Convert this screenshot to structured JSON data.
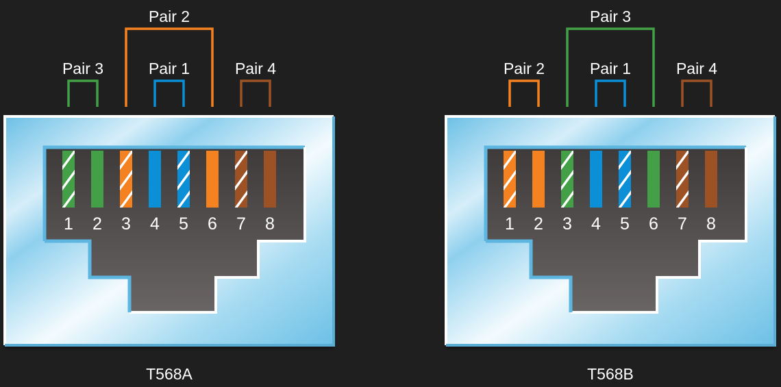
{
  "colors": {
    "green": "#43a047",
    "orange": "#f58220",
    "blue": "#0b8fd6",
    "brown": "#9c5224",
    "background": "#1f1f20",
    "jack_frame": "#5cb6e0",
    "socket": "#4a4545"
  },
  "connectors": [
    {
      "standard": "T568A",
      "pins": [
        {
          "number": "1",
          "color": "green",
          "striped": true
        },
        {
          "number": "2",
          "color": "green",
          "striped": false
        },
        {
          "number": "3",
          "color": "orange",
          "striped": true
        },
        {
          "number": "4",
          "color": "blue",
          "striped": false
        },
        {
          "number": "5",
          "color": "blue",
          "striped": true
        },
        {
          "number": "6",
          "color": "orange",
          "striped": false
        },
        {
          "number": "7",
          "color": "brown",
          "striped": true
        },
        {
          "number": "8",
          "color": "brown",
          "striped": false
        }
      ],
      "pairs": [
        {
          "label": "Pair 3",
          "color": "green",
          "pins": [
            1,
            2
          ]
        },
        {
          "label": "Pair 2",
          "color": "orange",
          "pins": [
            3,
            6
          ]
        },
        {
          "label": "Pair 1",
          "color": "blue",
          "pins": [
            4,
            5
          ]
        },
        {
          "label": "Pair 4",
          "color": "brown",
          "pins": [
            7,
            8
          ]
        }
      ]
    },
    {
      "standard": "T568B",
      "pins": [
        {
          "number": "1",
          "color": "orange",
          "striped": true
        },
        {
          "number": "2",
          "color": "orange",
          "striped": false
        },
        {
          "number": "3",
          "color": "green",
          "striped": true
        },
        {
          "number": "4",
          "color": "blue",
          "striped": false
        },
        {
          "number": "5",
          "color": "blue",
          "striped": true
        },
        {
          "number": "6",
          "color": "green",
          "striped": false
        },
        {
          "number": "7",
          "color": "brown",
          "striped": true
        },
        {
          "number": "8",
          "color": "brown",
          "striped": false
        }
      ],
      "pairs": [
        {
          "label": "Pair 2",
          "color": "orange",
          "pins": [
            1,
            2
          ]
        },
        {
          "label": "Pair 3",
          "color": "green",
          "pins": [
            3,
            6
          ]
        },
        {
          "label": "Pair 1",
          "color": "blue",
          "pins": [
            4,
            5
          ]
        },
        {
          "label": "Pair 4",
          "color": "brown",
          "pins": [
            7,
            8
          ]
        }
      ]
    }
  ]
}
